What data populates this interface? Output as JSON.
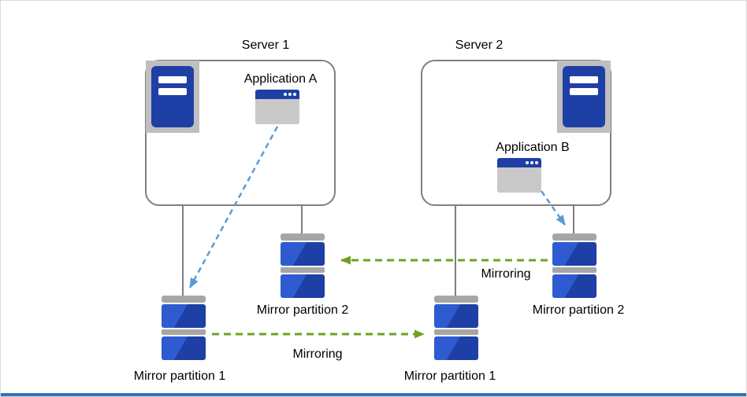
{
  "labels": {
    "server1": "Server 1",
    "server2": "Server 2",
    "application_a": "Application A",
    "application_b": "Application B",
    "mirror_partition_1_left": "Mirror partition 1",
    "mirror_partition_2_left": "Mirror partition 2",
    "mirror_partition_1_right": "Mirror partition 1",
    "mirror_partition_2_right": "Mirror partition 2",
    "mirroring_top": "Mirroring",
    "mirroring_bottom": "Mirroring"
  },
  "icons": {
    "server1_icon": "server-tower-icon",
    "server2_icon": "server-tower-icon",
    "application_a_icon": "app-window-icon",
    "application_b_icon": "app-window-icon",
    "mirror_partition_icon": "disk-stack-icon"
  },
  "colors": {
    "blue_arrow": "#5b9bd5",
    "green_arrow": "#6fa120",
    "icon_blue": "#1e3fa5",
    "icon_blue_light": "#2f5bd1",
    "icon_gray": "#bfbfbf",
    "cap_gray": "#a6a6a6",
    "line_gray": "#7f7f7f",
    "box_border": "#7f7f7f",
    "bottom_bar": "#2e75b6",
    "text": "#000000"
  }
}
